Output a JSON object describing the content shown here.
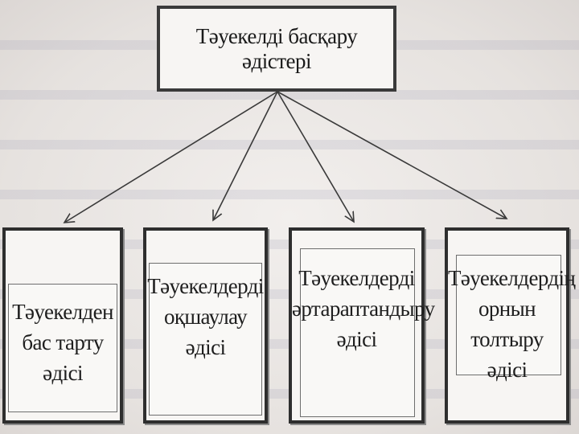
{
  "diagram": {
    "root": {
      "label": "Тәуекелді басқару әдістері"
    },
    "children": [
      {
        "label": "Тәуекелден\nбас тарту әдісі"
      },
      {
        "label": "Тәуекелдерді\nоқшаулау әдісі"
      },
      {
        "label": "Тәуекелдерді\nәртараптандыру\nәдісі"
      },
      {
        "label": "Тәуекелдердің\nорнын толтыру\nәдісі"
      }
    ]
  },
  "colors": {
    "background": "#eae6e3",
    "box_fill": "#f7f5f3",
    "border": "#2e2e2e",
    "text": "#1e1e1e"
  }
}
